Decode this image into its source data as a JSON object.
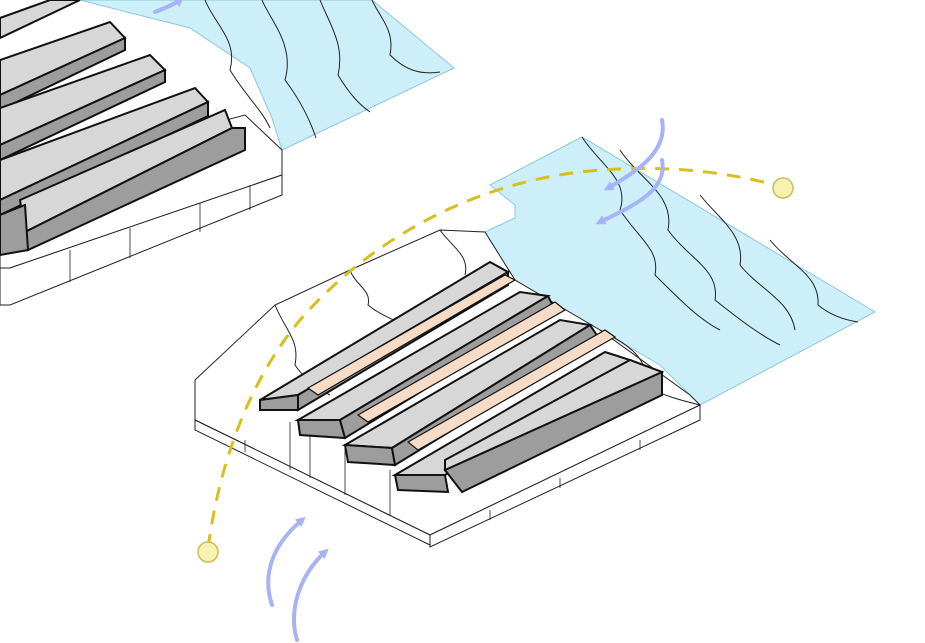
{
  "diagram": {
    "colors": {
      "background": "#ffffff",
      "water": "#cdeffa",
      "water_edge": "#8cc8de",
      "terrain_line": "#222222",
      "block_top": "#d7d7d7",
      "block_side": "#9d9d9d",
      "block_edge": "#111111",
      "light_strip": "#f6dcc6",
      "sun_path": "#d6c01e",
      "sun": "#f7f2b4",
      "sun_edge": "#c9bd55",
      "wind": "#a7b4f3"
    },
    "layers": [
      "terrain-slab-left",
      "terrain-slab-main",
      "water-body-left",
      "water-body-main",
      "building-bars-left",
      "building-bars-main",
      "skylight-strips",
      "sun-path",
      "wind-arrows"
    ],
    "icons": {
      "sun_start": "sun-icon",
      "sun_end": "sun-icon",
      "wind": "curved-arrow-icon"
    }
  }
}
